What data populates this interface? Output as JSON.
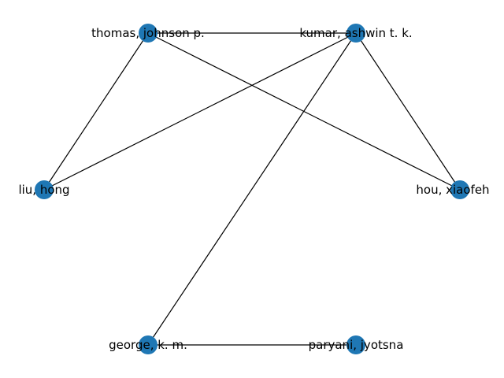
{
  "graph": {
    "node_color": "#1f77b4",
    "edge_color": "#000000",
    "nodes": [
      {
        "id": "thomas",
        "label": "thomas, johnson p."
      },
      {
        "id": "kumar",
        "label": "kumar, ashwin t. k."
      },
      {
        "id": "liu",
        "label": "liu, hong"
      },
      {
        "id": "hou",
        "label": "hou, xiaofeh"
      },
      {
        "id": "george",
        "label": "george, k. m."
      },
      {
        "id": "paryani",
        "label": "paryani, jyotsna"
      }
    ],
    "edges": [
      [
        "thomas",
        "kumar"
      ],
      [
        "thomas",
        "liu"
      ],
      [
        "thomas",
        "hou"
      ],
      [
        "kumar",
        "liu"
      ],
      [
        "kumar",
        "hou"
      ],
      [
        "kumar",
        "george"
      ],
      [
        "george",
        "paryani"
      ]
    ]
  }
}
